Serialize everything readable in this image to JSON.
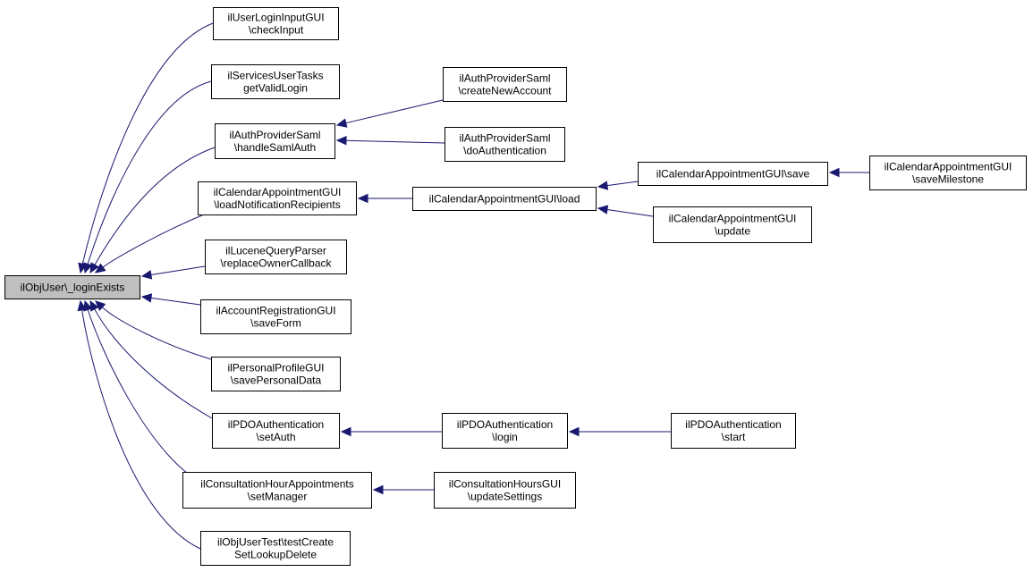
{
  "nodes": [
    {
      "id": "root",
      "lines": [
        "ilObjUser\\_loginExists"
      ]
    },
    {
      "id": "checkInput",
      "lines": [
        "ilUserLoginInputGUI",
        "\\checkInput"
      ]
    },
    {
      "id": "getValidLogin",
      "lines": [
        "ilServicesUserTasks",
        "getValidLogin"
      ]
    },
    {
      "id": "handleSamlAuth",
      "lines": [
        "ilAuthProviderSaml",
        "\\handleSamlAuth"
      ]
    },
    {
      "id": "createNewAccount",
      "lines": [
        "ilAuthProviderSaml",
        "\\createNewAccount"
      ]
    },
    {
      "id": "doAuthentication",
      "lines": [
        "ilAuthProviderSaml",
        "\\doAuthentication"
      ]
    },
    {
      "id": "loadNotificationRecipients",
      "lines": [
        "ilCalendarAppointmentGUI",
        "\\loadNotificationRecipients"
      ]
    },
    {
      "id": "calLoad",
      "lines": [
        "ilCalendarAppointmentGUI\\load"
      ]
    },
    {
      "id": "calSave",
      "lines": [
        "ilCalendarAppointmentGUI\\save"
      ]
    },
    {
      "id": "saveMilestone",
      "lines": [
        "ilCalendarAppointmentGUI",
        "\\saveMilestone"
      ]
    },
    {
      "id": "calUpdate",
      "lines": [
        "ilCalendarAppointmentGUI",
        "\\update"
      ]
    },
    {
      "id": "replaceOwnerCallback",
      "lines": [
        "ilLuceneQueryParser",
        "\\replaceOwnerCallback"
      ]
    },
    {
      "id": "saveForm",
      "lines": [
        "ilAccountRegistrationGUI",
        "\\saveForm"
      ]
    },
    {
      "id": "savePersonalData",
      "lines": [
        "ilPersonalProfileGUI",
        "\\savePersonalData"
      ]
    },
    {
      "id": "setAuth",
      "lines": [
        "ilPDOAuthentication",
        "\\setAuth"
      ]
    },
    {
      "id": "pdoLogin",
      "lines": [
        "ilPDOAuthentication",
        "\\login"
      ]
    },
    {
      "id": "pdoStart",
      "lines": [
        "ilPDOAuthentication",
        "\\start"
      ]
    },
    {
      "id": "setManager",
      "lines": [
        "ilConsultationHourAppointments",
        "\\setManager"
      ]
    },
    {
      "id": "updateSettings",
      "lines": [
        "ilConsultationHoursGUI",
        "\\updateSettings"
      ]
    },
    {
      "id": "testCreate",
      "lines": [
        "ilObjUserTest\\testCreate",
        "SetLookupDelete"
      ]
    }
  ],
  "edges": [
    {
      "from": "checkInput",
      "to": "root"
    },
    {
      "from": "getValidLogin",
      "to": "root"
    },
    {
      "from": "handleSamlAuth",
      "to": "root"
    },
    {
      "from": "loadNotificationRecipients",
      "to": "root"
    },
    {
      "from": "replaceOwnerCallback",
      "to": "root"
    },
    {
      "from": "saveForm",
      "to": "root"
    },
    {
      "from": "savePersonalData",
      "to": "root"
    },
    {
      "from": "setAuth",
      "to": "root"
    },
    {
      "from": "setManager",
      "to": "root"
    },
    {
      "from": "testCreate",
      "to": "root"
    },
    {
      "from": "createNewAccount",
      "to": "handleSamlAuth"
    },
    {
      "from": "doAuthentication",
      "to": "handleSamlAuth"
    },
    {
      "from": "calLoad",
      "to": "loadNotificationRecipients"
    },
    {
      "from": "calSave",
      "to": "calLoad"
    },
    {
      "from": "calUpdate",
      "to": "calLoad"
    },
    {
      "from": "saveMilestone",
      "to": "calSave"
    },
    {
      "from": "pdoLogin",
      "to": "setAuth"
    },
    {
      "from": "pdoStart",
      "to": "pdoLogin"
    },
    {
      "from": "updateSettings",
      "to": "setManager"
    }
  ],
  "colors": {
    "edge": "#191970",
    "root_fill": "#bfbfbf",
    "node_fill": "#ffffff",
    "node_border": "#000000"
  }
}
